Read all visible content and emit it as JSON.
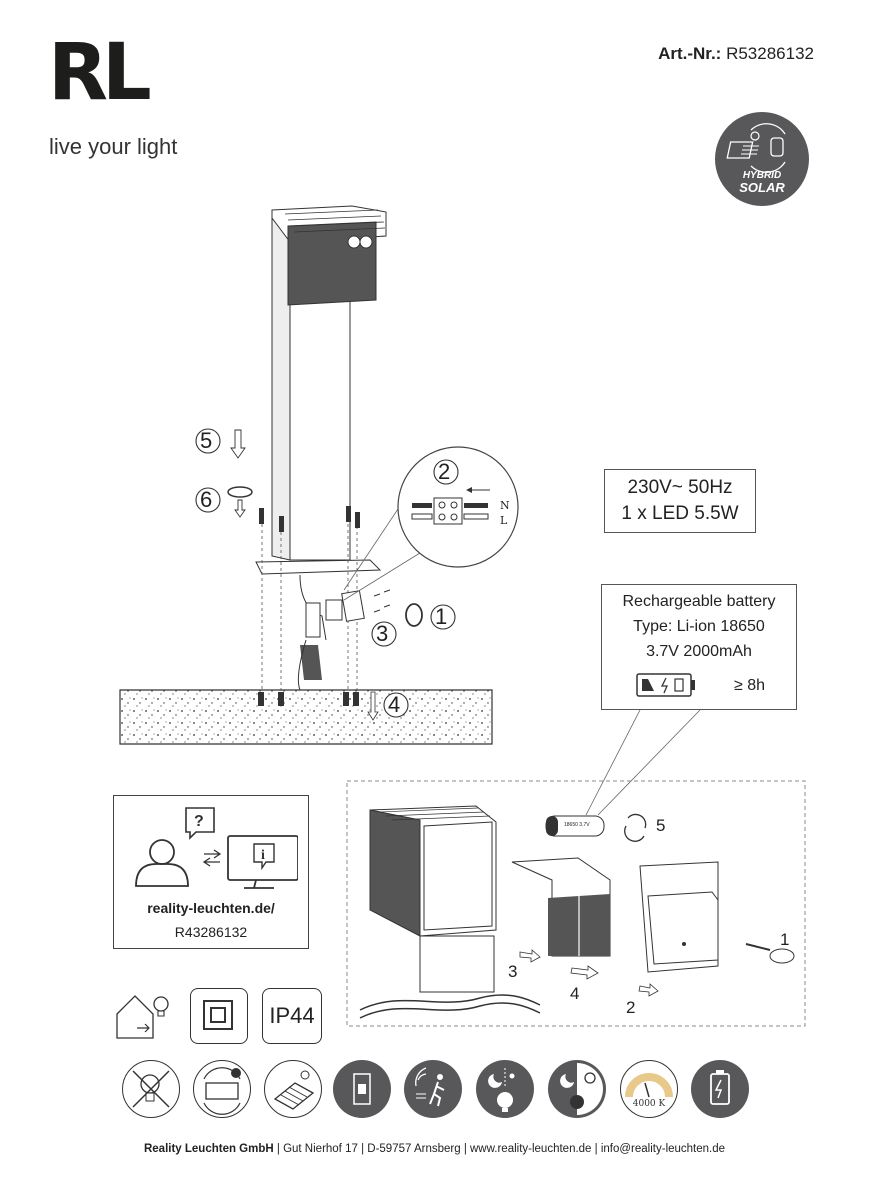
{
  "header": {
    "logo_text": "RL",
    "tagline": "live your light",
    "art_label": "Art.-Nr.:",
    "art_number": "R53286132",
    "badge_line1": "HYBRID",
    "badge_line2": "SOLAR"
  },
  "specs": {
    "line1": "230V~ 50Hz",
    "line2": "1 x LED 5.5W"
  },
  "battery": {
    "title": "Rechargeable battery",
    "type": "Type: Li-ion 18650",
    "capacity": "3.7V 2000mAh",
    "charge_time": "≥ 8h",
    "cell_label": "18650 3.7V"
  },
  "wiring": {
    "n": "N",
    "l": "L"
  },
  "install_steps": {
    "s1": "1",
    "s2": "2",
    "s3": "3",
    "s4": "4",
    "s5": "5",
    "s6": "6"
  },
  "battery_steps": {
    "s1": "1",
    "s2": "2",
    "s3": "3",
    "s4": "4",
    "s5": "5"
  },
  "info": {
    "url": "reality-leuchten.de/",
    "article": "R43286132"
  },
  "symbols": {
    "ip_rating": "IP44",
    "color_temp": "4000 K",
    "icon_names": [
      "smart-home-icon",
      "protection-class-2-icon",
      "ip44-icon",
      "no-led-replace-icon",
      "battery-replace-icon",
      "solar-panel-icon",
      "switch-icon",
      "motion-sensor-icon",
      "dusk-motion-icon",
      "day-night-icon",
      "color-temperature-icon",
      "battery-charge-icon"
    ]
  },
  "footer": {
    "company": "Reality Leuchten GmbH",
    "address": "Gut Nierhof 17",
    "city": "D-59757 Arnsberg",
    "web": "www.reality-leuchten.de",
    "email": "info@reality-leuchten.de"
  }
}
